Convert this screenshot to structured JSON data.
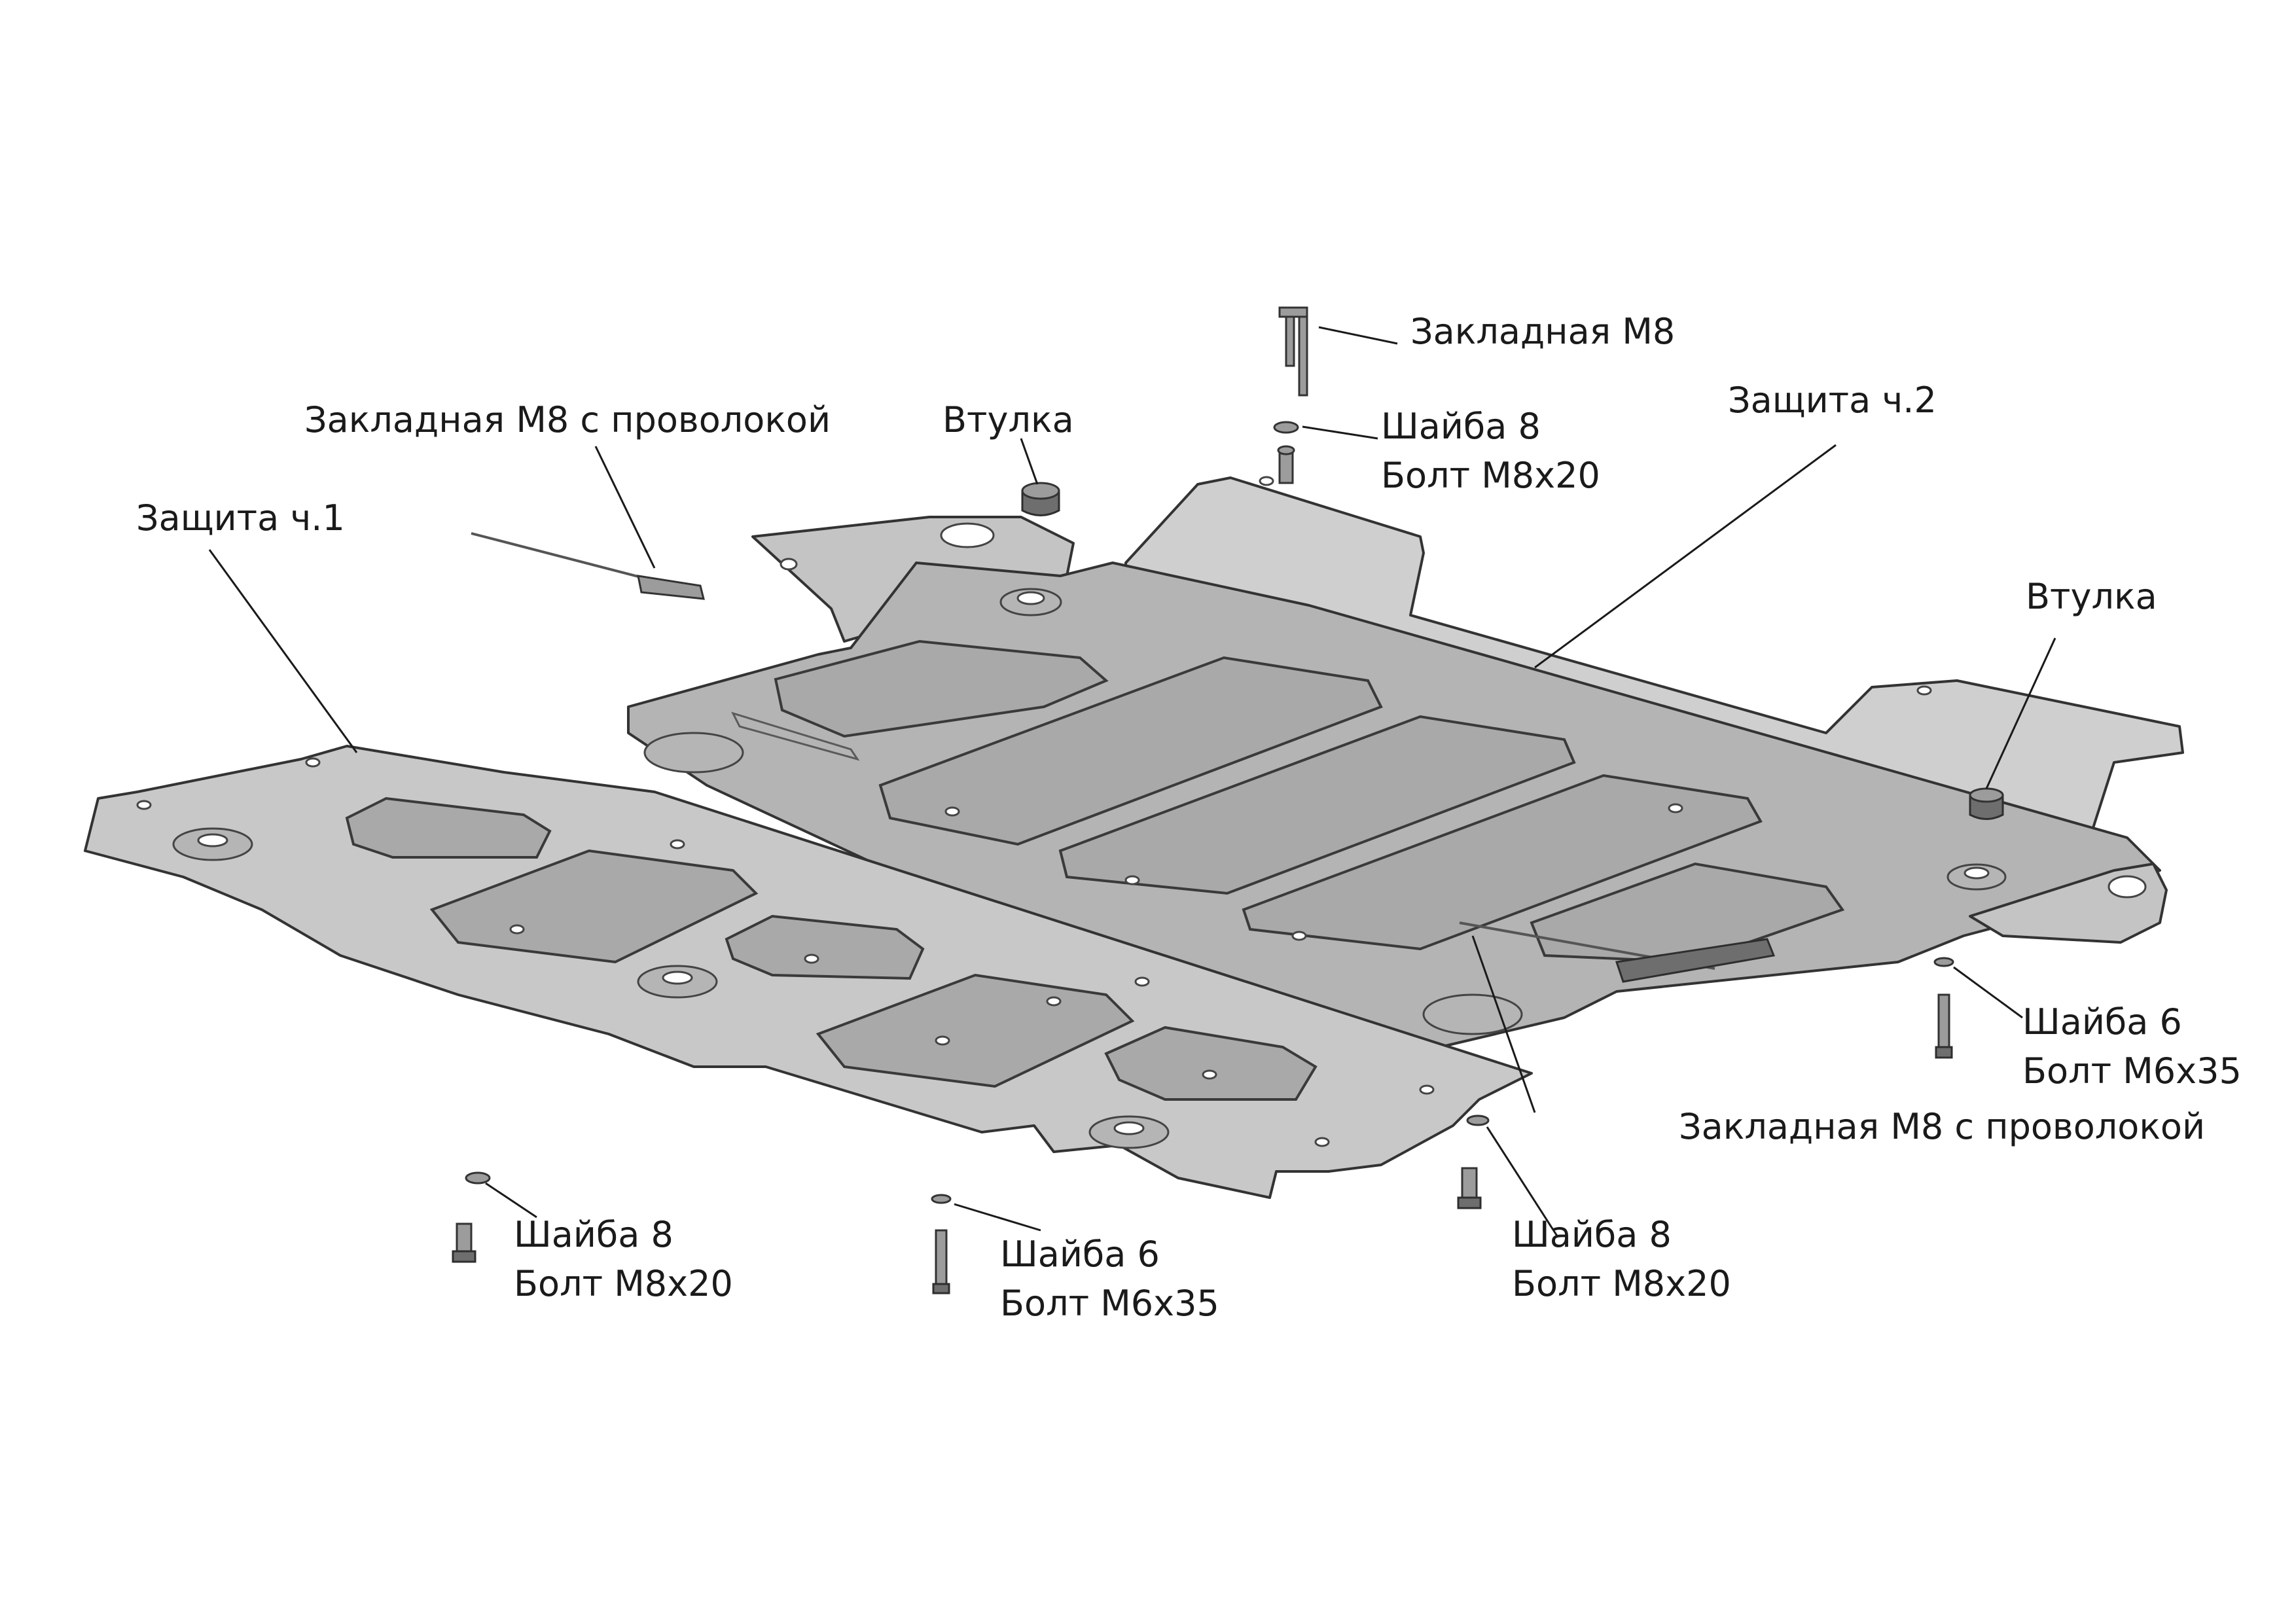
{
  "labels": {
    "part1": "Защита ч.1",
    "part2": "Защита ч.2",
    "insert_wire_top": "Закладная М8 с проволокой",
    "insert_wire_bottom": "Закладная М8 с проволокой",
    "insert_m8": "Закладная М8",
    "bushing_left": "Втулка",
    "bushing_right": "Втулка",
    "top_washer": "Шайба 8",
    "top_bolt": "Болт М8х20",
    "right_washer": "Шайба 6",
    "right_bolt": "Болт М6х35",
    "bl_washer": "Шайба 8",
    "bl_bolt": "Болт М8х20",
    "bm_washer": "Шайба 6",
    "bm_bolt": "Болт М6х35",
    "br_washer": "Шайба 8",
    "br_bolt": "Болт М8х20"
  },
  "colors": {
    "plate1": "#c8c8c8",
    "plate2": "#b4b4b4",
    "plate2_side": "#cfcfcf",
    "ink": "#1a1a1a"
  }
}
